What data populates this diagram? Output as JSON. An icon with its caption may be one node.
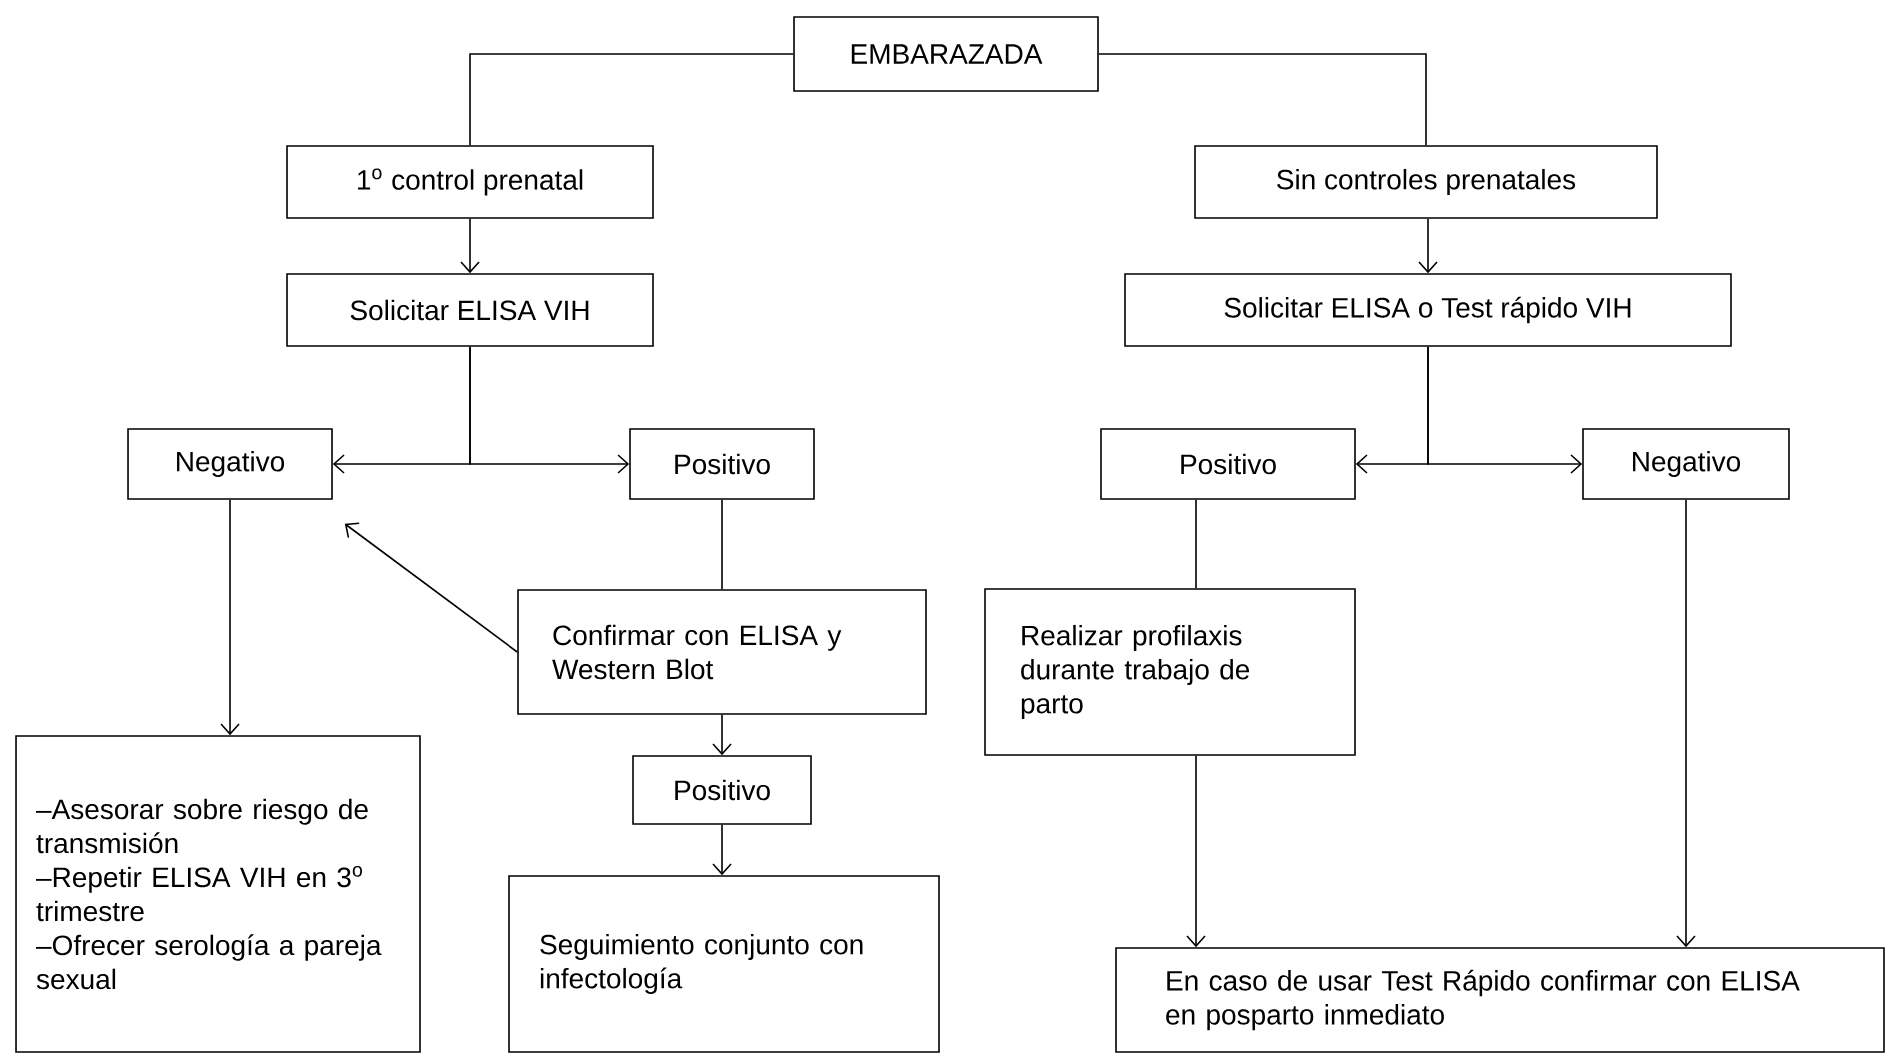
{
  "diagram": {
    "nodes": [
      {
        "text": [
          "EMBARAZADA"
        ]
      },
      {
        "text": [
          "1$^{o}$ control prenatal"
        ]
      },
      {
        "text": [
          "Solicitar ELISA VIH"
        ]
      },
      {
        "text": [
          "Negativo"
        ]
      },
      {
        "text": [
          "Positivo"
        ]
      },
      {
        "text": [
          "Confirmar con ELISA y Western Blot"
        ]
      },
      {
        "text": [
          "Positivo"
        ]
      },
      {
        "text": [
          "Seguimiento conjunto con infectología"
        ]
      },
      {
        "text": [
          "–Asesorar sobre riesgo de transmisión",
          "–Repetir ELISA VIH en 3$^{o}$ trimestre",
          "–Ofrecer serología a pareja sexual"
        ]
      },
      {
        "text": [
          "Sin controles prenatales"
        ]
      },
      {
        "text": [
          "Solicitar ELISA o Test rápido VIH"
        ]
      },
      {
        "text": [
          "Positivo"
        ]
      },
      {
        "text": [
          "Negativo"
        ]
      },
      {
        "text": [
          "Realizar profilaxis durante trabajo de parto"
        ]
      },
      {
        "text": [
          "En caso de usar Test Rápido confirmar con ELISA en posparto inmediato"
        ]
      }
    ],
    "edges": [
      {
        "from": 0,
        "to": 1,
        "arrow": "none"
      },
      {
        "from": 0,
        "to": 9,
        "arrow": "none"
      },
      {
        "from": 1,
        "to": 2,
        "arrow": "to"
      },
      {
        "from": 2,
        "to": 3,
        "arrow": "to"
      },
      {
        "from": 2,
        "to": 4,
        "arrow": "to"
      },
      {
        "from": 3,
        "to": 8,
        "arrow": "to"
      },
      {
        "from": 4,
        "to": 5,
        "arrow": "none"
      },
      {
        "from": 5,
        "to": 3,
        "arrow": "to"
      },
      {
        "from": 5,
        "to": 6,
        "arrow": "to"
      },
      {
        "from": 6,
        "to": 7,
        "arrow": "to"
      },
      {
        "from": 9,
        "to": 10,
        "arrow": "to"
      },
      {
        "from": 10,
        "to": 11,
        "arrow": "to"
      },
      {
        "from": 10,
        "to": 12,
        "arrow": "to"
      },
      {
        "from": 11,
        "to": 13,
        "arrow": "none"
      },
      {
        "from": 13,
        "to": 14,
        "arrow": "to"
      },
      {
        "from": 12,
        "to": 14,
        "arrow": "to"
      }
    ]
  }
}
